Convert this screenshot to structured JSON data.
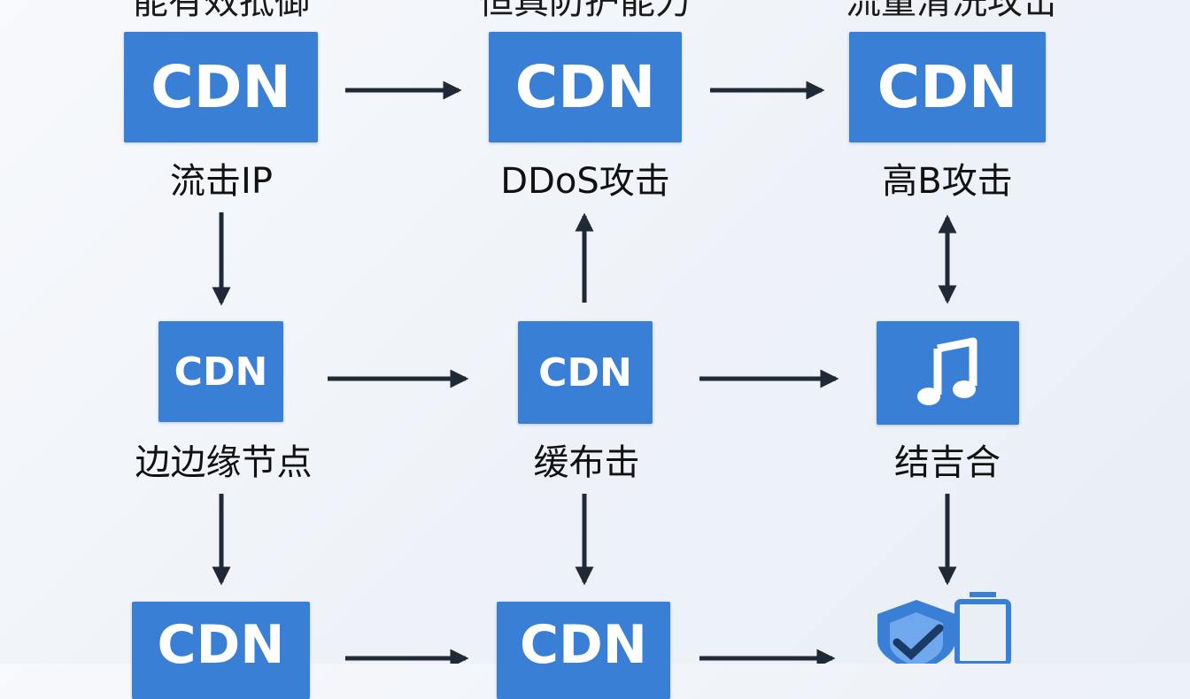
{
  "top_captions": [
    "能有效抵御",
    "恒真防护能力",
    "流量清洗攻击"
  ],
  "boxes": {
    "r1c1": "CDN",
    "r1c2": "CDN",
    "r1c3": "CDN",
    "r2c1": "CDN",
    "r2c2": "CDN",
    "r3c1": "CDN",
    "r3c2": "CDN"
  },
  "labels": {
    "r1c1": "流击IP",
    "r1c2": "DDoS攻击",
    "r1c3": "高B攻击",
    "r2c1": "边边缘节点",
    "r2c2": "缓布击",
    "r2c3": "结吉合"
  },
  "icons": {
    "r2c3": "music-note-icon",
    "r3c3": "shield-check-icon"
  },
  "colors": {
    "box": "#3a7fd6",
    "arrow": "#1f2a36",
    "background": "#f2f5fa"
  }
}
